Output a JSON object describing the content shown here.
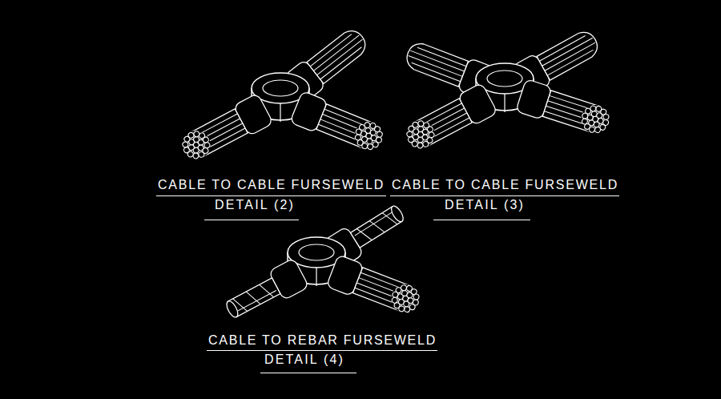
{
  "diagram": {
    "labels": [
      "CABLE TO CABLE FURSEWELD",
      "DETAIL (2)",
      "CABLE TO CABLE FURSEWELD",
      "DETAIL (3)",
      "CABLE TO REBAR FURSEWELD",
      "DETAIL (4)"
    ]
  }
}
